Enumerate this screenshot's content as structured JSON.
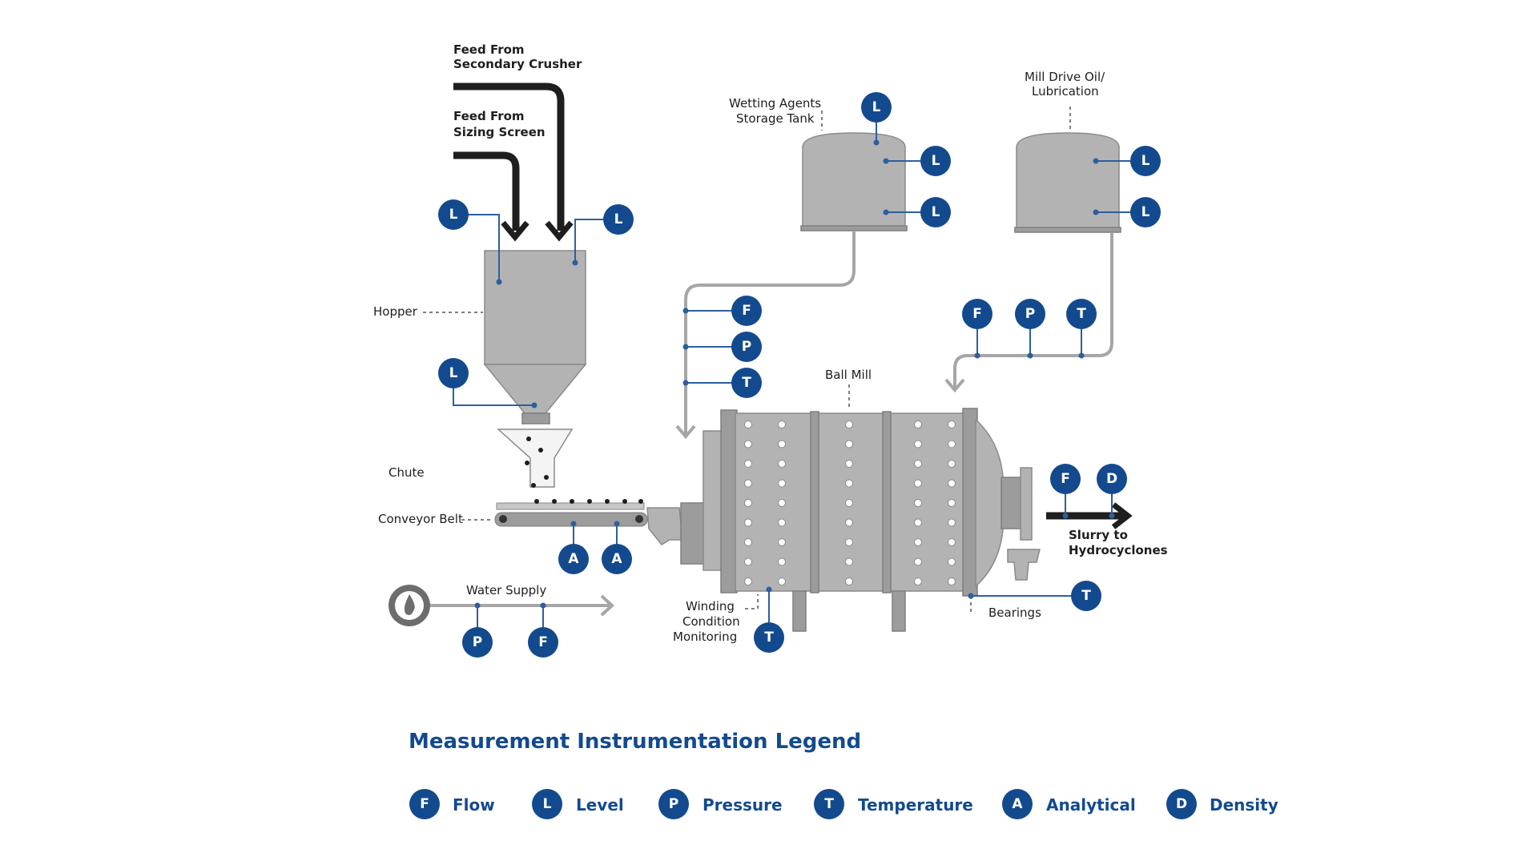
{
  "labels": {
    "feed_crusher_1": "Feed From",
    "feed_crusher_2": "Secondary Crusher",
    "feed_screen_1": "Feed From",
    "feed_screen_2": "Sizing Screen",
    "hopper": "Hopper",
    "chute": "Chute",
    "conveyor": "Conveyor Belt",
    "water": "Water Supply",
    "wetting_1": "Wetting Agents",
    "wetting_2": "Storage Tank",
    "mill_oil_1": "Mill Drive Oil/",
    "mill_oil_2": "Lubrication",
    "ball_mill": "Ball Mill",
    "slurry_1": "Slurry to",
    "slurry_2": "Hydrocyclones",
    "winding_1": "Winding",
    "winding_2": "Condition",
    "winding_3": "Monitoring",
    "bearings": "Bearings"
  },
  "badges": {
    "hopper_level_left": "L",
    "hopper_level_right": "L",
    "hopper_level_bottom": "L",
    "wetting_level_top": "L",
    "wetting_level_upper": "L",
    "wetting_level_lower": "L",
    "oil_level_upper": "L",
    "oil_level_lower": "L",
    "wetting_line_flow": "F",
    "wetting_line_pressure": "P",
    "wetting_line_temp": "T",
    "oil_line_flow": "F",
    "oil_line_pressure": "P",
    "oil_line_temp": "T",
    "conveyor_analytical_1": "A",
    "conveyor_analytical_2": "A",
    "water_pressure": "P",
    "water_flow": "F",
    "winding_temp": "T",
    "bearings_temp": "T",
    "slurry_flow": "F",
    "slurry_density": "D"
  },
  "legend": {
    "title": "Measurement Instrumentation Legend",
    "items": [
      {
        "letter": "F",
        "label": "Flow"
      },
      {
        "letter": "L",
        "label": "Level"
      },
      {
        "letter": "P",
        "label": "Pressure"
      },
      {
        "letter": "T",
        "label": "Temperature"
      },
      {
        "letter": "A",
        "label": "Analytical"
      },
      {
        "letter": "D",
        "label": "Density"
      }
    ]
  },
  "colors": {
    "badge": "#134a8e",
    "equipment": "#b3b3b3",
    "legend_text": "#134a8e"
  }
}
